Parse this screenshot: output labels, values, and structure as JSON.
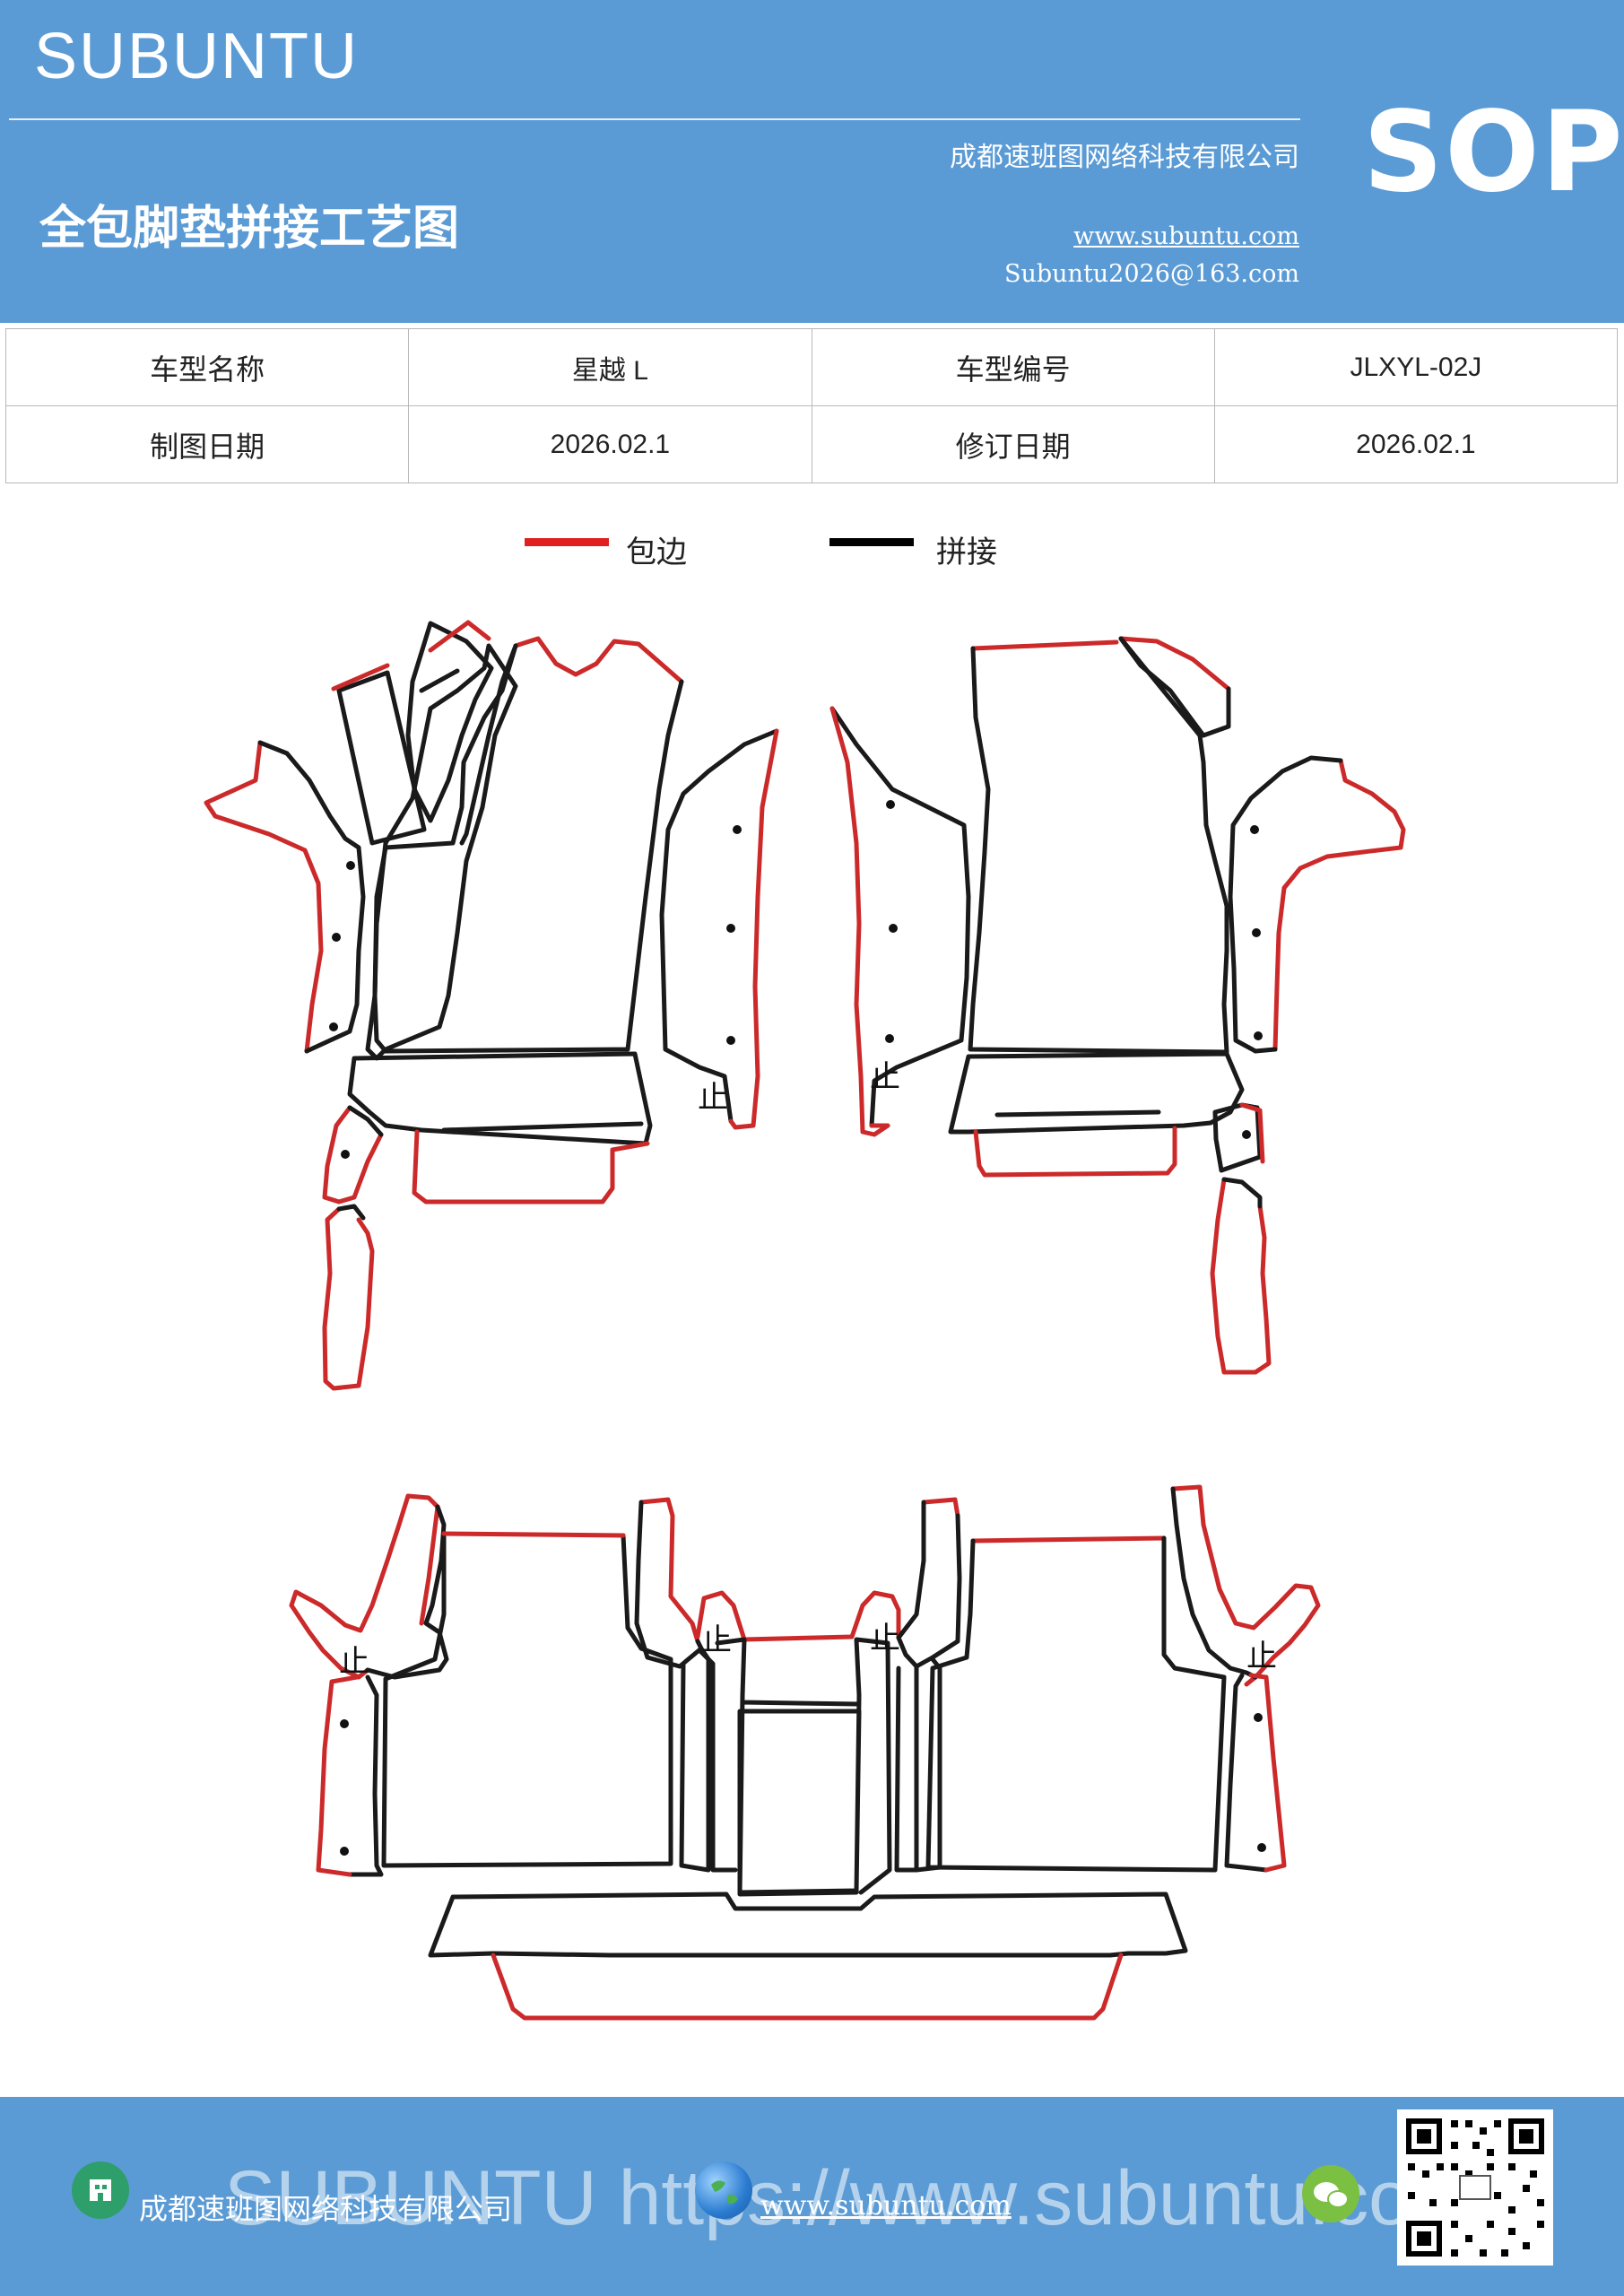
{
  "header": {
    "brand": "SUBUNTU",
    "title": "全包脚垫拼接工艺图",
    "company": "成都速班图网络科技有限公司",
    "website": "www.subuntu.com",
    "email": "Subuntu2026@163.com",
    "badge": "SOP"
  },
  "info_table": {
    "rows": [
      {
        "label1": "车型名称",
        "value1": "星越 L",
        "label2": "车型编号",
        "value2": "JLXYL-02J"
      },
      {
        "label1": "制图日期",
        "value1": "2026.02.1",
        "label2": "修订日期",
        "value2": "2026.02.1"
      }
    ]
  },
  "legend": {
    "items": [
      {
        "label": "包边",
        "color": "#e02020"
      },
      {
        "label": "拼接",
        "color": "#000000"
      }
    ]
  },
  "diagram": {
    "stop_mark": "止",
    "colors": {
      "edge_binding": "#cc2a2a",
      "seam": "#1a1a1a"
    }
  },
  "footer": {
    "company": "成都速班图网络科技有限公司",
    "website": "www.subuntu.com",
    "watermark": "SUBUNTU https://www.subuntu.com"
  }
}
